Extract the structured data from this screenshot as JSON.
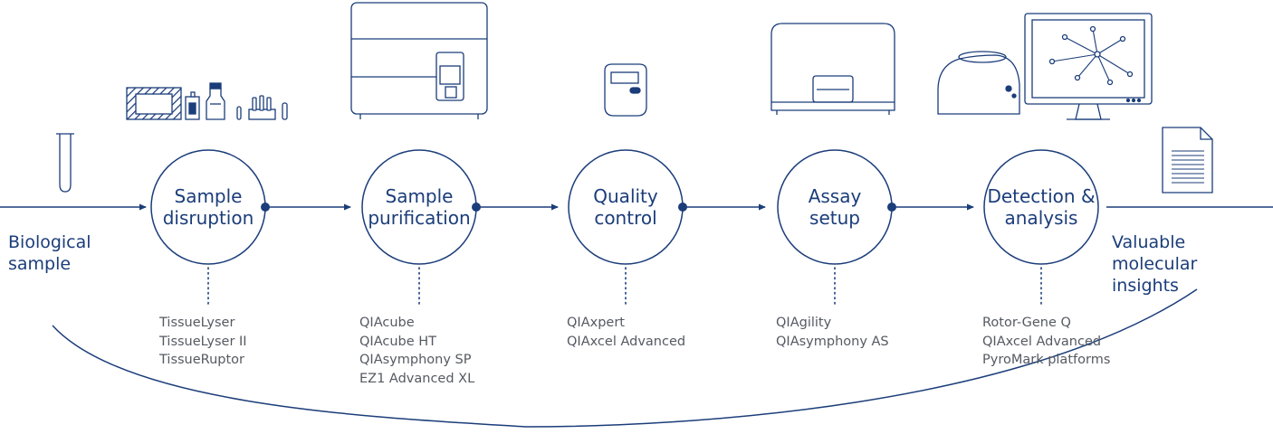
{
  "input": {
    "line1": "Biological",
    "line2": "sample"
  },
  "output": {
    "line1": "Valuable molecular",
    "line2": "insights"
  },
  "steps": [
    {
      "line1": "Sample",
      "line2": "disruption",
      "instruments": [
        "TissueLyser",
        "TissueLyser II",
        "TissueRuptor"
      ]
    },
    {
      "line1": "Sample",
      "line2": "purification",
      "instruments": [
        "QIAcube",
        "QIAcube HT",
        "QIAsymphony SP",
        "EZ1 Advanced XL"
      ]
    },
    {
      "line1": "Quality",
      "line2": "control",
      "instruments": [
        "QIAxpert",
        "QIAxcel Advanced"
      ]
    },
    {
      "line1": "Assay",
      "line2": "setup",
      "instruments": [
        "QIAgility",
        "QIAsymphony AS"
      ]
    },
    {
      "line1": "Detection &",
      "line2": "analysis",
      "instruments": [
        "Rotor-Gene Q",
        "QIAxcel Advanced",
        "PyroMark platforms"
      ]
    }
  ],
  "colors": {
    "primary": "#1b3d7a",
    "text_gray": "#555a62",
    "icon_stroke": "#1b3d7a"
  }
}
